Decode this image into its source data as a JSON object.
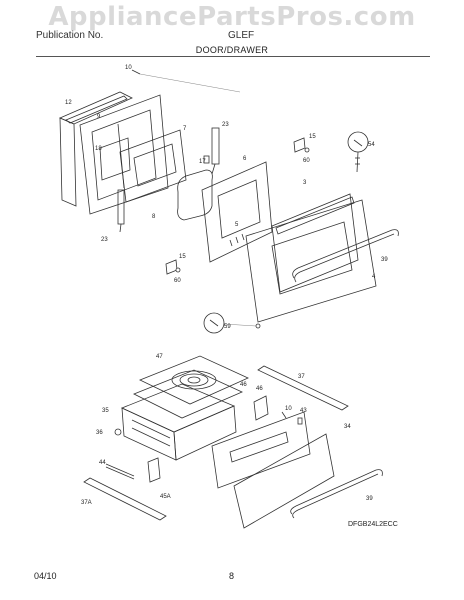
{
  "watermark": "AppliancePartsPros.com",
  "header": {
    "left": "Publication No.",
    "right": "GLEF"
  },
  "title": "DOOR/DRAWER",
  "diagram_code": "DFGB24L2ECC",
  "footer": {
    "date": "04/10",
    "page": "8"
  },
  "callouts": {
    "c10": "10",
    "c12": "12",
    "c9": "9",
    "c18": "18",
    "c7": "7",
    "c23a": "23",
    "c17": "17",
    "c8": "8",
    "c6": "6",
    "c5": "5",
    "c23b": "23",
    "c15a": "15",
    "c60a": "60",
    "c54": "54",
    "c3": "3",
    "c15b": "15",
    "c60b": "60",
    "c39a": "39",
    "c4": "4",
    "c59": "59",
    "c47": "47",
    "c46a": "46",
    "c35": "35",
    "c36": "36",
    "c37": "37",
    "c46b": "46",
    "c10b": "10",
    "c43": "43",
    "c34": "34",
    "c44": "44",
    "c45a": "45A",
    "c37a": "37A",
    "c39b": "39"
  }
}
